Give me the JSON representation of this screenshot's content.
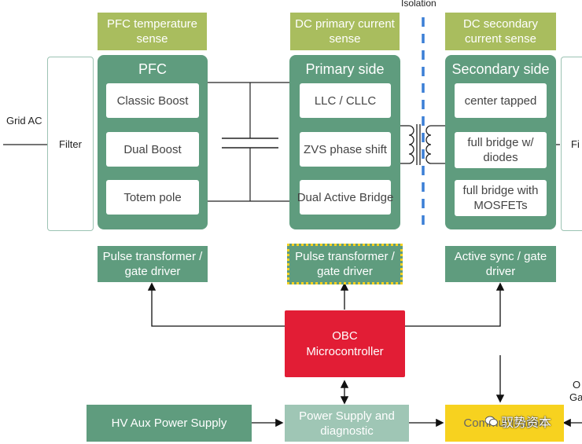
{
  "isolation_label": "Isolation",
  "grid_label": "Grid AC",
  "filter_left": "Filter",
  "filter_right": "Fi",
  "far_right_1": "O",
  "far_right_2": "Ga",
  "sense": {
    "pfc_temp": "PFC temperature sense",
    "dc_primary": "DC primary current sense",
    "dc_secondary": "DC secondary current sense"
  },
  "pfc": {
    "title": "PFC",
    "items": [
      "Classic Boost",
      "Dual Boost",
      "Totem pole"
    ]
  },
  "primary": {
    "title": "Primary side",
    "items": [
      "LLC / CLLC",
      "ZVS phase shift",
      "Dual Active Bridge"
    ]
  },
  "secondary": {
    "title": "Secondary side",
    "items": [
      "center tapped",
      "full bridge w/ diodes",
      "full bridge with MOSFETs"
    ]
  },
  "drivers": {
    "pfc": "Pulse transformer / gate driver",
    "primary": "Pulse transformer / gate driver",
    "secondary": "Active sync / gate driver"
  },
  "mcu": "OBC Microcontroller",
  "hv_aux": "HV Aux Power Supply",
  "power_diag": "Power Supply and diagnostic",
  "communication": "Communication",
  "watermark": "驭势资本",
  "colors": {
    "green": "#5f9c7e",
    "olive": "#a9bd5e",
    "red": "#e21d35",
    "yellow": "#f7d21f",
    "pale_green": "#9fc6b5",
    "isolation_blue": "#3b7fd6"
  }
}
